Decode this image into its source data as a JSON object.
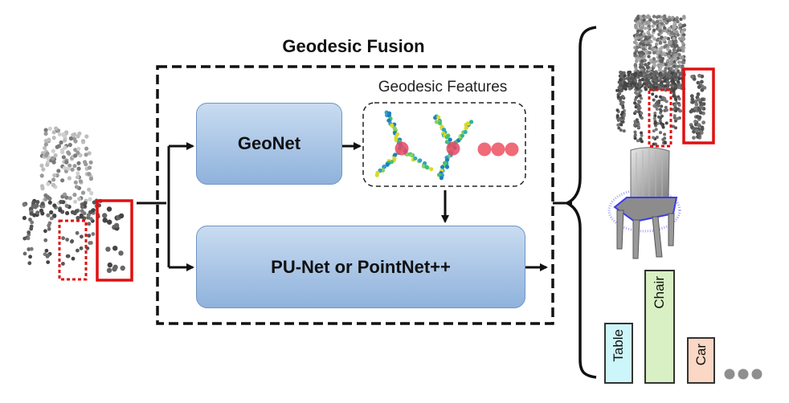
{
  "title": "Geodesic Fusion",
  "geodesic_features_label": "Geodesic Features",
  "geonet_label": "GeoNet",
  "backbone_label": "PU-Net or PointNet++",
  "categories": [
    "Table",
    "Chair",
    "Car"
  ],
  "colors": {
    "box_fill_top": "#c9dcf1",
    "box_fill_bottom": "#8fb2dc",
    "highlight_red": "#e01010",
    "geodesic_point": "#e64668",
    "ellipsis_red": "#f06a78",
    "table_bar": "#cdf6fa",
    "chair_bar": "#d8f0c3",
    "car_bar": "#fbd7c5"
  }
}
